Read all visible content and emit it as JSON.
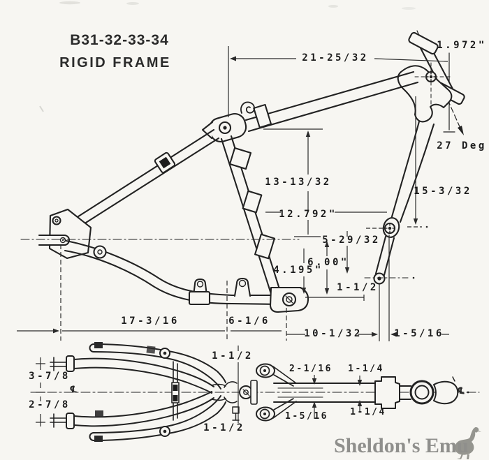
{
  "title": {
    "model": "B31-32-33-34",
    "subtitle": "RIGID FRAME"
  },
  "side_view": {
    "dimensions": {
      "top_span": "21-25/32",
      "head_offset": "1.972\"",
      "rake_angle": "27 Deg",
      "seat_height": "13-13/32",
      "down_tube": "15-3/32",
      "seat_tube": "12.792\"",
      "mount_drop": "5-29/32",
      "cradle_height": "6.00\"",
      "lug_offset": "4.195\"",
      "strut_width": "1-1/2",
      "rear_span": "17-3/16",
      "mid_span": "6-1/6",
      "front_span": "10-1/32",
      "mount_gap": "1-5/16"
    }
  },
  "plan_view": {
    "dimensions": {
      "offset_upper": "1-1/2",
      "axle_upper": "3-7/8",
      "axle_lower": "2-7/8",
      "offset_lower": "1-1/2",
      "bracket_width": "2-1/16",
      "tube_dia_upper": "1-1/4",
      "bracket_lower": "1-5/16",
      "tube_dia_lower": "1-1/4"
    },
    "centerline_left": "℄",
    "centerline_right": "℄"
  },
  "watermark": {
    "text": "Sheldon's Emu"
  },
  "colors": {
    "ink": "#222222",
    "paper": "#f7f6f2",
    "watermark": "#8f8f8c"
  }
}
